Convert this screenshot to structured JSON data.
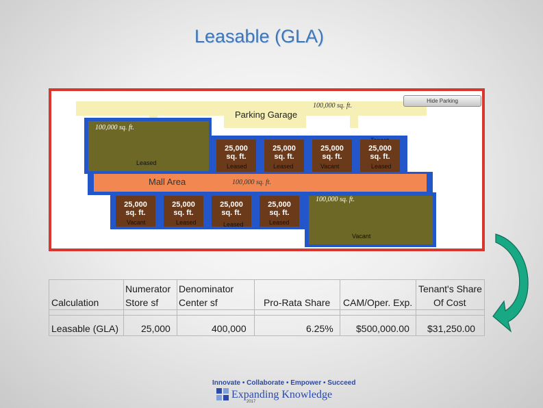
{
  "slide": {
    "title": "Leasable (GLA)"
  },
  "plan": {
    "hide_button": "Hide Parking",
    "parking_garage_label": "Parking Garage",
    "parking_sqft": "100,000 sq. ft.",
    "upper_anchor_sqft": "100,000 sq. ft.",
    "upper_anchor_status": "Leased",
    "mall_area_label": "Mall Area",
    "mall_sqft": "100,000 sq. ft.",
    "tenant_label": "Tenant",
    "upper_units": [
      {
        "size": "25,000",
        "unit": "sq. ft.",
        "status": "Leased"
      },
      {
        "size": "25,000",
        "unit": "sq. ft.",
        "status": "Leased"
      },
      {
        "size": "25,000",
        "unit": "sq. ft.",
        "status": "Vacant"
      },
      {
        "size": "25,000",
        "unit": "sq. ft.",
        "status": "Leased"
      }
    ],
    "lower_units": [
      {
        "size": "25,000",
        "unit": "sq. ft.",
        "status": "Vacant"
      },
      {
        "size": "25,000",
        "unit": "sq. ft.",
        "status": "Leased"
      },
      {
        "size": "25,000",
        "unit": "sq. ft.",
        "status": "Leased"
      },
      {
        "size": "25,000",
        "unit": "sq. ft.",
        "status": "Leased"
      }
    ],
    "lower_anchor_sqft": "100,000 sq. ft.",
    "lower_anchor_status": "Vacant"
  },
  "calc_table": {
    "headers": {
      "calculation": "Calculation",
      "numerator_1": "Numerator",
      "numerator_2": "Store sf",
      "denominator_1": "Denominator",
      "denominator_2": "Center sf",
      "pro_rata": "Pro-Rata Share",
      "cam": "CAM/Oper. Exp.",
      "share_1": "Tenant's Share",
      "share_2": "Of Cost"
    },
    "row": {
      "calculation": "Leasable (GLA)",
      "store_sf": "25,000",
      "center_sf": "400,000",
      "pro_rata": "6.25%",
      "cam": "$500,000.00",
      "share": "$31,250.00"
    }
  },
  "logo": {
    "line1": "Innovate • Collaborate • Empower • Succeed",
    "line2": "Expanding Knowledge",
    "year": "2017"
  },
  "colors": {
    "title": "#3f76b6",
    "frame": "#d9362f",
    "garage": "#f6f0b7",
    "corridor": "#2357c9",
    "anchor": "#6d6826",
    "unit": "#6a3a1b",
    "mall": "#f28752",
    "arrow": "#19a884"
  }
}
